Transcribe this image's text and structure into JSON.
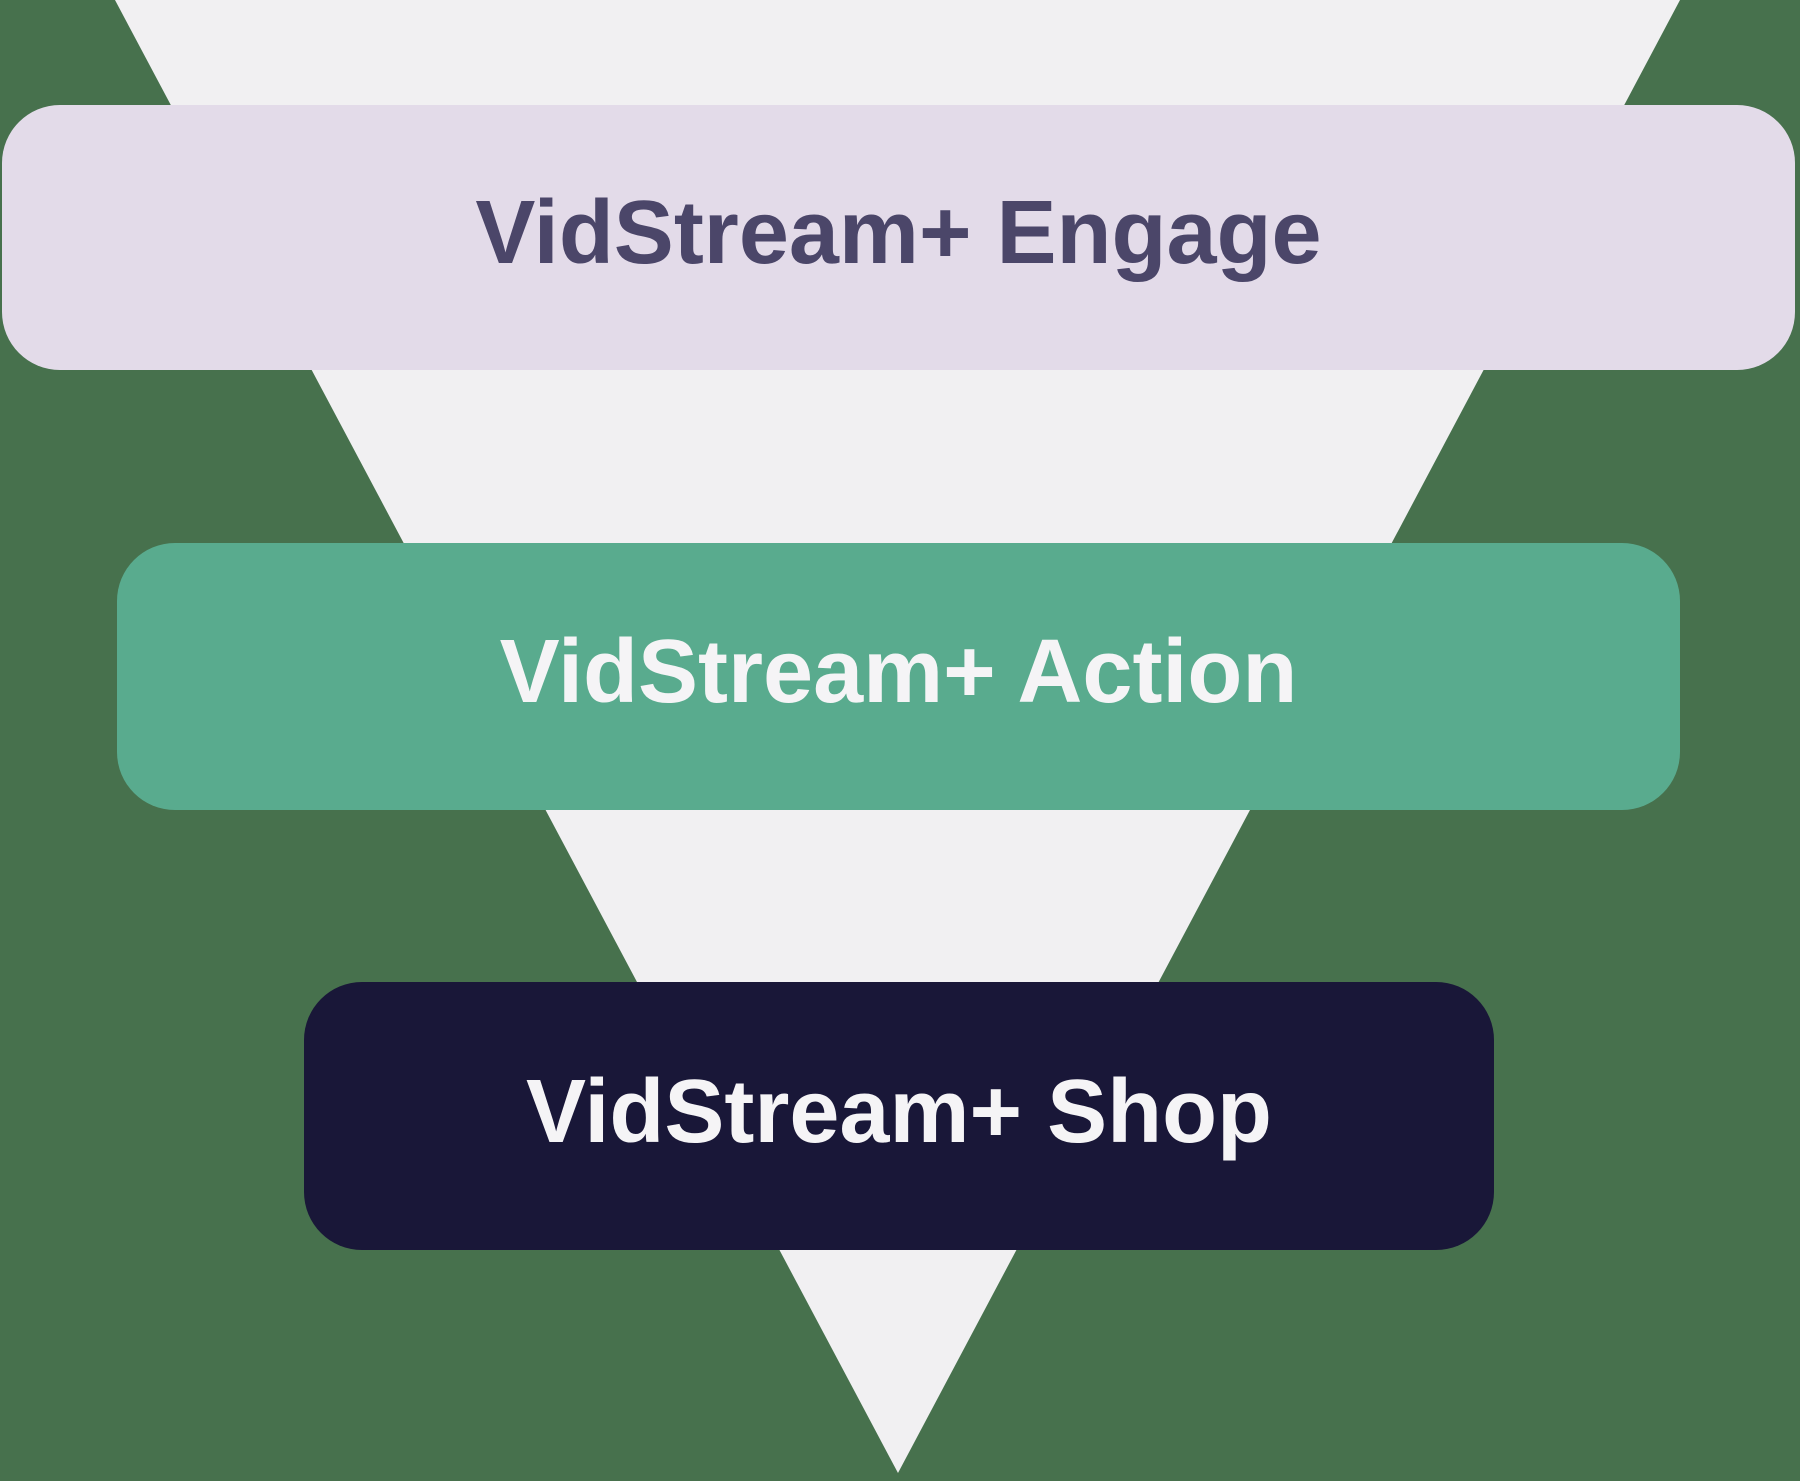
{
  "diagram": {
    "background_color": "#47714D",
    "funnel": {
      "triangle_color": "#F1F0F2",
      "stages": [
        {
          "label": "VidStream+ Engage",
          "bg_color": "#E3DBE9",
          "text_color": "#4B4669"
        },
        {
          "label": "VidStream+ Action",
          "bg_color": "#59AB8E",
          "text_color": "#F5F4F6"
        },
        {
          "label": "VidStream+ Shop",
          "bg_color": "#191738",
          "text_color": "#F5F4F6"
        }
      ]
    }
  }
}
